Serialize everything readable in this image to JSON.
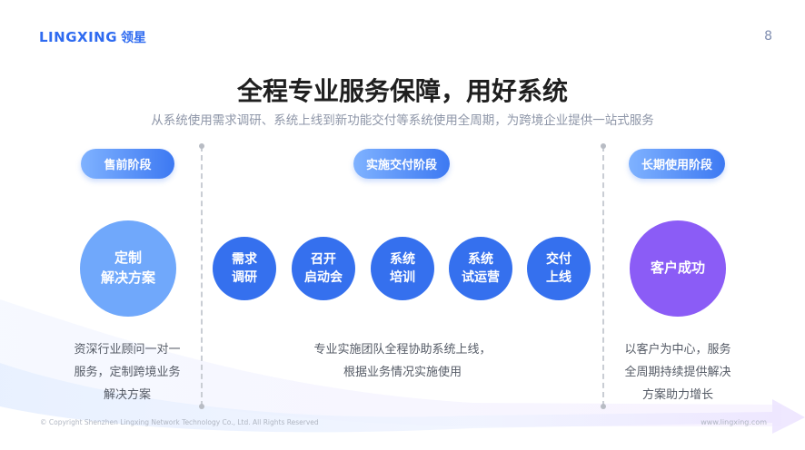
{
  "header": {
    "logo_en": "LINGXING",
    "logo_cn": "领星",
    "page_number": "8"
  },
  "title": "全程专业服务保障，用好系统",
  "subtitle": "从系统使用需求调研、系统上线到新功能交付等系统使用全周期，为跨境企业提供一站式服务",
  "stages": {
    "presale": {
      "label": "售前阶段",
      "circle": [
        "定制",
        "解决方案"
      ],
      "desc": [
        "资深行业顾问一对一",
        "服务，定制跨境业务",
        "解决方案"
      ]
    },
    "delivery": {
      "label": "实施交付阶段",
      "steps": [
        [
          "需求",
          "调研"
        ],
        [
          "召开",
          "启动会"
        ],
        [
          "系统",
          "培训"
        ],
        [
          "系统",
          "试运营"
        ],
        [
          "交付",
          "上线"
        ]
      ],
      "desc": [
        "专业实施团队全程协助系统上线，",
        "根据业务情况实施使用"
      ]
    },
    "longterm": {
      "label": "长期使用阶段",
      "circle": [
        "客户成功"
      ],
      "desc": [
        "以客户为中心，服务",
        "全周期持续提供解决",
        "方案助力增长"
      ]
    }
  },
  "footer": {
    "copyright": "© Copyright Shenzhen Lingxing Network Technology Co., Ltd. All Rights Reserved",
    "website": "www.lingxing.com"
  },
  "colors": {
    "brand_blue": "#2f6bf0",
    "step_blue": "#3570ee",
    "light_blue": "#70a8fb",
    "purple": "#8b5cf6"
  }
}
